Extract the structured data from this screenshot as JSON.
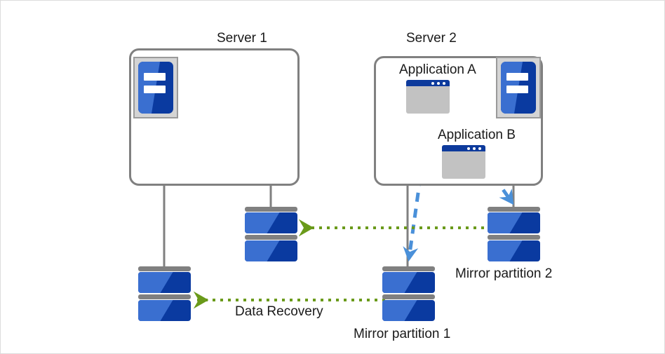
{
  "diagram": {
    "title_server1": "Server 1",
    "title_server2": "Server 2",
    "app_a_label": "Application A",
    "app_b_label": "Application B",
    "mirror1_label": "Mirror partition 1",
    "mirror2_label": "Mirror partition 2",
    "data_recovery_label": "Data Recovery",
    "colors": {
      "box_border": "#808080",
      "connector": "#808080",
      "disk_dark": "#0a3aa0",
      "disk_light": "#3a6fd0",
      "disk_cap": "#808080",
      "app_window_body": "#c2c2c2",
      "app_window_title": "#0d3a9c",
      "server_icon_frame": "#d4d4d4",
      "write_arrow": "#4a90d9",
      "recovery_arrow": "#6a9a1a",
      "page_border": "#dcdcdc",
      "text": "#1a1a1a",
      "background": "#ffffff"
    }
  }
}
